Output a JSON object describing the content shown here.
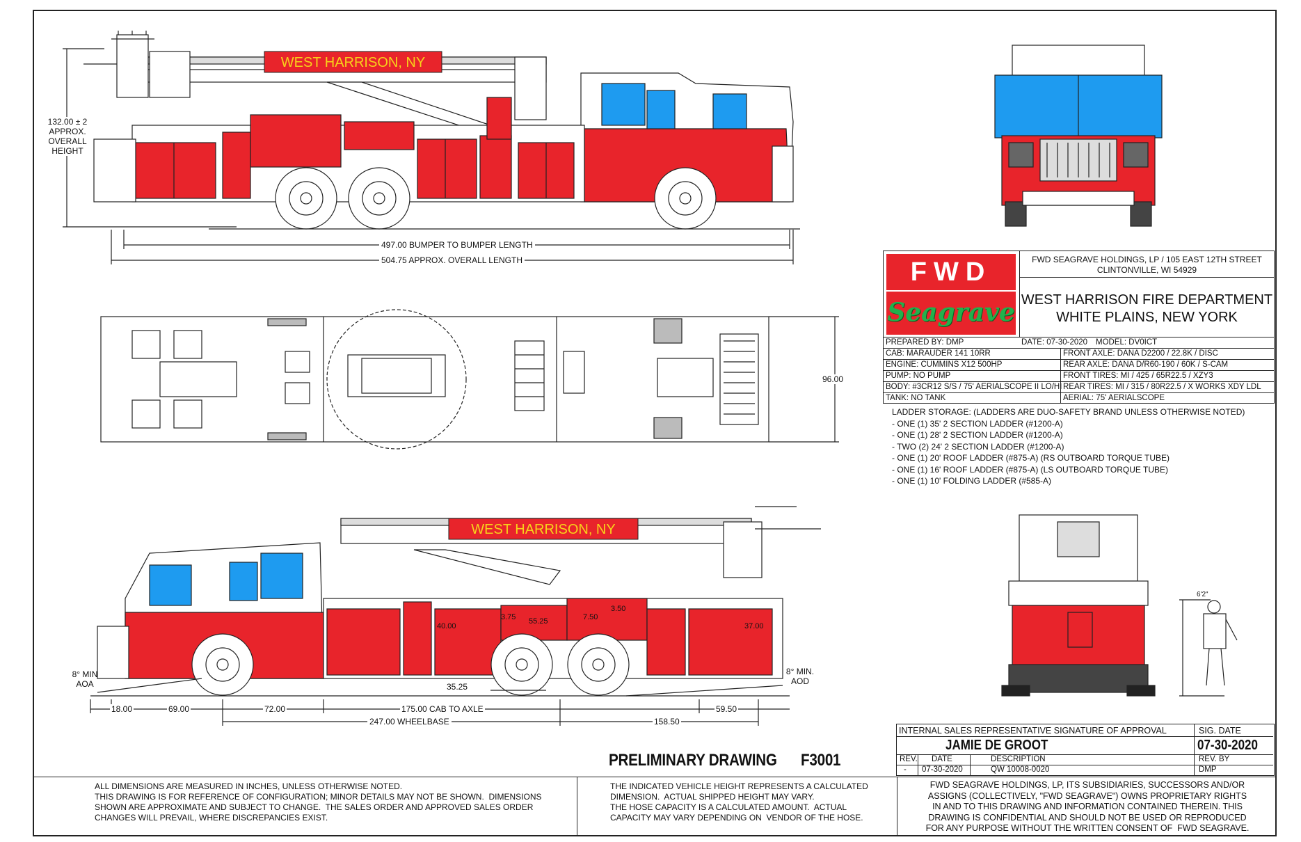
{
  "drawing": {
    "title": "PRELIMINARY DRAWING",
    "number": "F3001"
  },
  "views": {
    "side_banner": "WEST HARRISON, NY",
    "officer_side_banner": "WEST HARRISON, NY",
    "overall_height": [
      "132.00 ± 2",
      "APPROX.",
      "OVERALL",
      "HEIGHT"
    ],
    "bumper_length": "497.00  BUMPER TO BUMPER LENGTH",
    "overall_length": "504.75 APPROX. OVERALL LENGTH",
    "width": "96.00",
    "aoa": [
      "8° MIN",
      "AOA"
    ],
    "aod": [
      "8° MIN.",
      "AOD"
    ],
    "figure_height": "6'2\"",
    "compartment_labels": [
      "40.00",
      "3.75",
      "55.25",
      "7.50",
      "3.50",
      "37.00"
    ],
    "bottom_dims": {
      "front_overhang": "18.00",
      "cab_front": "69.00",
      "cab_rear": "72.00",
      "cab_to_axle": "175.00  CAB TO AXLE",
      "tandem": "35.25",
      "rear_overhang": "59.50",
      "wheelbase": "247.00  WHEELBASE",
      "rear": "158.50"
    }
  },
  "title_block": {
    "company_address": [
      "FWD SEAGRAVE HOLDINGS, LP / 105 EAST 12TH STREET",
      "CLINTONVILLE, WI 54929"
    ],
    "logo_top": "FWD",
    "logo_bottom": "Seagrave",
    "department": [
      "WEST HARRISON FIRE DEPARTMENT",
      "WHITE PLAINS, NEW YORK"
    ],
    "prepared_by": "PREPARED BY:  DMP",
    "date": "DATE:  07-30-2020",
    "model": "MODEL:  DV0ICT",
    "rows": [
      {
        "left": "CAB:  MARAUDER 141 10RR",
        "right": "FRONT AXLE:  DANA D2200 / 22.8K / DISC"
      },
      {
        "left": "ENGINE:  CUMMINS X12 500HP",
        "right": "REAR AXLE:  DANA D/R60-190 / 60K / S-CAM"
      },
      {
        "left": "PUMP:  NO PUMP",
        "right": "FRONT TIRES:  MI / 425 / 65R22.5 / XZY3"
      },
      {
        "left": "BODY:  #3CR12 S/S / 75' AERIALSCOPE II LO/HI",
        "right": "REAR TIRES:  MI / 315 / 80R22.5 / X WORKS XDY LDL"
      },
      {
        "left": "TANK:  NO TANK",
        "right": "AERIAL:  75' AERIALSCOPE"
      }
    ]
  },
  "ladder_storage": [
    "LADDER STORAGE:  (LADDERS ARE DUO-SAFETY BRAND UNLESS OTHERWISE NOTED)",
    "- ONE (1) 35' 2 SECTION LADDER (#1200-A)",
    "- ONE (1) 28' 2 SECTION LADDER (#1200-A)",
    "- TWO (2) 24' 2 SECTION LADDER (#1200-A)",
    "- ONE (1) 20' ROOF LADDER (#875-A) (RS OUTBOARD TORQUE TUBE)",
    "- ONE (1) 16' ROOF LADDER (#875-A) (LS OUTBOARD TORQUE TUBE)",
    "- ONE (1) 10' FOLDING LADDER (#585-A)"
  ],
  "signature": {
    "header": "INTERNAL SALES REPRESENTATIVE SIGNATURE OF APPROVAL",
    "sig_date_label": "SIG. DATE",
    "name": "JAMIE DE GROOT",
    "sig_date": "07-30-2020",
    "rev_header": "REV.",
    "date_header": "DATE",
    "desc_header": "DESCRIPTION",
    "revby_header": "REV. BY",
    "rev": "-",
    "rev_date": "07-30-2020",
    "rev_desc": "QW 10008-0020",
    "rev_by": "DMP"
  },
  "notes": {
    "left": [
      "ALL DIMENSIONS ARE MEASURED IN INCHES, UNLESS OTHERWISE NOTED.",
      "",
      "THIS DRAWING IS FOR REFERENCE OF CONFIGURATION; MINOR DETAILS MAY NOT BE SHOWN.  DIMENSIONS",
      "SHOWN ARE APPROXIMATE AND SUBJECT TO CHANGE.  THE SALES ORDER AND APPROVED SALES ORDER",
      "CHANGES WILL PREVAIL, WHERE DISCREPANCIES EXIST."
    ],
    "middle": [
      "THE INDICATED VEHICLE HEIGHT REPRESENTS A CALCULATED",
      "DIMENSION.  ACTUAL SHIPPED HEIGHT MAY VARY.",
      "",
      "THE HOSE CAPACITY IS A CALCULATED AMOUNT.  ACTUAL",
      "CAPACITY MAY VARY DEPENDING ON  VENDOR OF THE HOSE."
    ],
    "right": [
      "FWD SEAGRAVE HOLDINGS, LP, ITS SUBSIDIARIES, SUCCESSORS AND/OR",
      "ASSIGNS (COLLECTIVELY, \"FWD SEAGRAVE\") OWNS PROPRIETARY RIGHTS",
      "IN AND TO THIS DRAWING AND INFORMATION CONTAINED THEREIN. THIS",
      "DRAWING IS CONFIDENTIAL AND SHOULD NOT BE USED OR REPRODUCED",
      "FOR ANY PURPOSE WITHOUT THE WRITTEN CONSENT OF  FWD SEAGRAVE."
    ]
  },
  "colors": {
    "body_red": "#e8242b",
    "glass_blue": "#1e9bf0",
    "line": "#222222",
    "logo_green": "#22b14c"
  }
}
